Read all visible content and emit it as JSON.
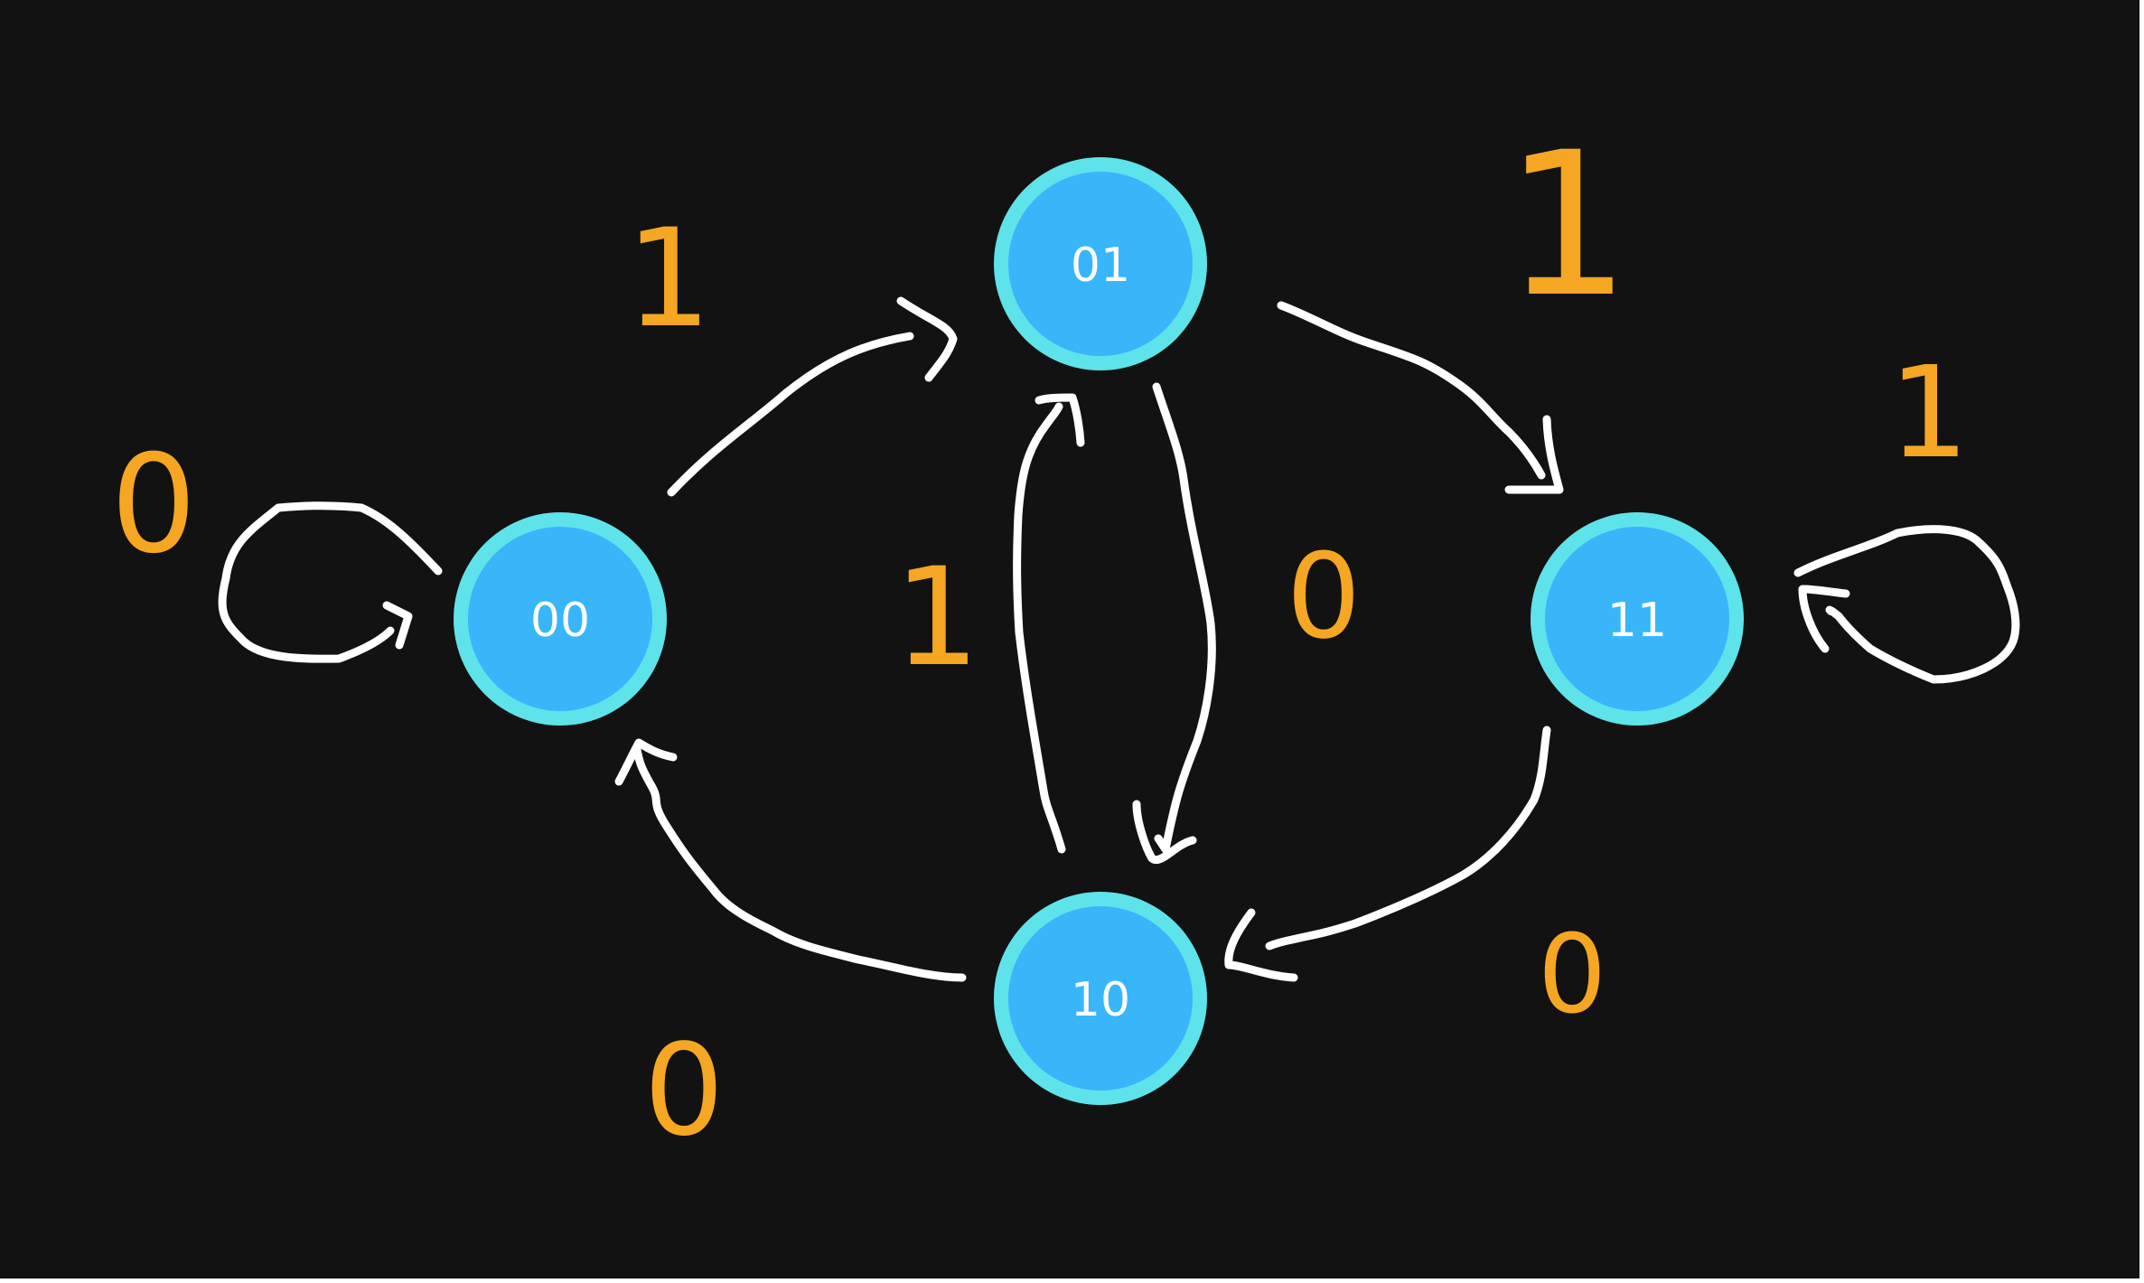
{
  "colors": {
    "background": "#121212",
    "node_fill": "#38b6f9",
    "node_ring": "#5ee3ea",
    "edge": "#ffffff",
    "label": "#f5a623"
  },
  "states": [
    {
      "id": "00",
      "label": "00"
    },
    {
      "id": "01",
      "label": "01"
    },
    {
      "id": "11",
      "label": "11"
    },
    {
      "id": "10",
      "label": "10"
    }
  ],
  "transitions": [
    {
      "from": "00",
      "to": "00",
      "label": "0"
    },
    {
      "from": "00",
      "to": "01",
      "label": "1"
    },
    {
      "from": "01",
      "to": "11",
      "label": "1"
    },
    {
      "from": "11",
      "to": "11",
      "label": "1"
    },
    {
      "from": "01",
      "to": "10",
      "label": "0"
    },
    {
      "from": "10",
      "to": "01",
      "label": "1"
    },
    {
      "from": "11",
      "to": "10",
      "label": "0"
    },
    {
      "from": "10",
      "to": "00",
      "label": "0"
    }
  ]
}
